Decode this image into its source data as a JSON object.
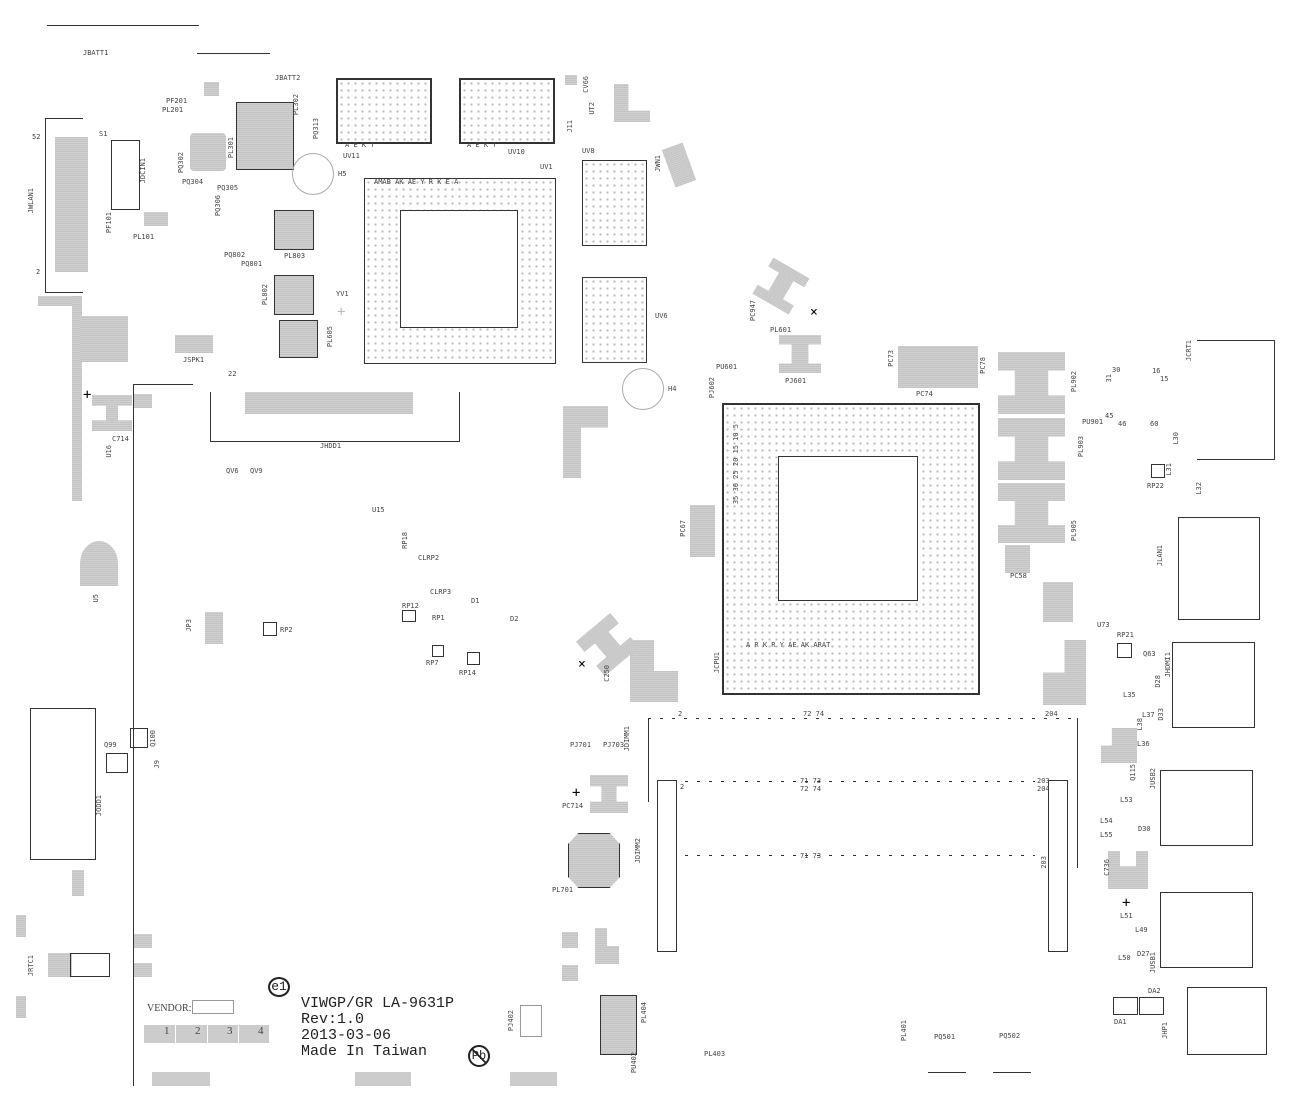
{
  "labels": {
    "jbatt1": "JBATT1",
    "jbatt2": "JBATT2",
    "pf201": "PF201",
    "pl201": "PL201",
    "n52": "52",
    "s1": "S1",
    "jwlan1": "JWLAN1",
    "jdcin1": "JDCIN1",
    "pq302": "PQ302",
    "pq304": "PQ304",
    "pq305": "PQ305",
    "pq306": "PQ306",
    "pf101": "PF101",
    "pl101": "PL101",
    "n2": "2",
    "pq802": "PQ802",
    "pq801": "PQ801",
    "pl803": "PL803",
    "pl802": "PL802",
    "pl605": "PL605",
    "yv1": "YV1",
    "jspk1": "JSPK1",
    "n22": "22",
    "pl301": "PL301",
    "pl302": "PL302",
    "pq313": "PQ313",
    "h5": "H5",
    "uv11": "UV11",
    "uv10": "UV10",
    "cv66": "CV66",
    "j11": "J11",
    "ut2": "UT2",
    "uv8": "UV8",
    "uv1": "UV1",
    "jwn1": "JWN1",
    "uv6": "UV6",
    "uv1_cols": "AMAB  AK  AE  Y  R  K  E  A",
    "uv11_cols": "A   E   K   T",
    "uv10_cols": "A   E   K   T",
    "pc947": "PC947",
    "pl601": "PL601",
    "pu601": "PU601",
    "pj601": "PJ601",
    "pj602": "PJ602",
    "h4": "H4",
    "pc73": "PC73",
    "pc74": "PC74",
    "pc78": "PC78",
    "pl902": "PL902",
    "pl903": "PL903",
    "pl905": "PL905",
    "pu901": "PU901",
    "n30": "30",
    "n31": "31",
    "n16": "16",
    "n15": "15",
    "n45": "45",
    "n46": "46",
    "n60": "60",
    "l30": "L30",
    "jcrt1": "JCRT1",
    "rp22": "RP22",
    "l31": "L31",
    "l32": "L32",
    "jlan1": "JLAN1",
    "u73": "U73",
    "rp21": "RP21",
    "q63": "Q63",
    "d28": "D28",
    "jhdmi1": "JHDMI1",
    "l35": "L35",
    "l37": "L37",
    "l38": "L38",
    "d33": "D33",
    "l36": "L36",
    "q115": "Q115",
    "jusb2": "JUSB2",
    "l53": "L53",
    "l54": "L54",
    "l55": "L55",
    "d30": "D30",
    "c736": "C736",
    "l51": "L51",
    "l49": "L49",
    "l50": "L50",
    "d27": "D27",
    "jusb1": "JUSB1",
    "da2": "DA2",
    "da1": "DA1",
    "jhp1": "JHP1",
    "c714": "C714",
    "u16": "U16",
    "qv6": "QV6",
    "qv9": "QV9",
    "jhdd1": "JHDD1",
    "u15": "U15",
    "rp18": "RP18",
    "clrp2": "CLRP2",
    "clrp3": "CLRP3",
    "d1": "D1",
    "d2": "D2",
    "rp12": "RP12",
    "rp1": "RP1",
    "rp2": "RP2",
    "rp7": "RP7",
    "rp14": "RP14",
    "jp3": "JP3",
    "u5": "U5",
    "q99": "Q99",
    "q100": "Q100",
    "j9": "J9",
    "jodd1": "JODD1",
    "jrtc1": "JRTC1",
    "pc67": "PC67",
    "jcpu1": "JCPU1",
    "c250": "C250",
    "jdimm1": "JDIMM1",
    "pj701": "PJ701",
    "pj703": "PJ703",
    "pc714": "PC714",
    "jdimm2": "JDIMM2",
    "pl701": "PL701",
    "pj402": "PJ402",
    "pl404": "PL404",
    "pu402": "PU402",
    "pl403": "PL403",
    "pl401": "PL401",
    "pq501": "PQ501",
    "pq502": "PQ502",
    "pc58": "PC58",
    "cpu_cols": "A     R     K     R     Y     AE    AK   ARAT",
    "cpu_rows": "35   30   25   20   15   10   5",
    "d1_2": "2",
    "d1_7274": "72 74",
    "d1_204": "204",
    "d2_7173": "71 73",
    "d2_7274": "72 74",
    "d2_203": "203",
    "d2_204": "204",
    "d3_7173": "71 73",
    "d3_203": "203",
    "d2_2": "2"
  },
  "title_block": {
    "vendor_label": "VENDOR:",
    "slots": [
      "1",
      "2",
      "3",
      "4"
    ],
    "e1_mark": "e1",
    "board": "VIWGP/GR LA-9631P",
    "rev": "Rev:1.0",
    "date": "2013-03-06",
    "origin": "Made In Taiwan",
    "pb_mark": "Pb"
  },
  "colors": {
    "copper_fill": "#c8c8c8",
    "outline": "#333333"
  }
}
